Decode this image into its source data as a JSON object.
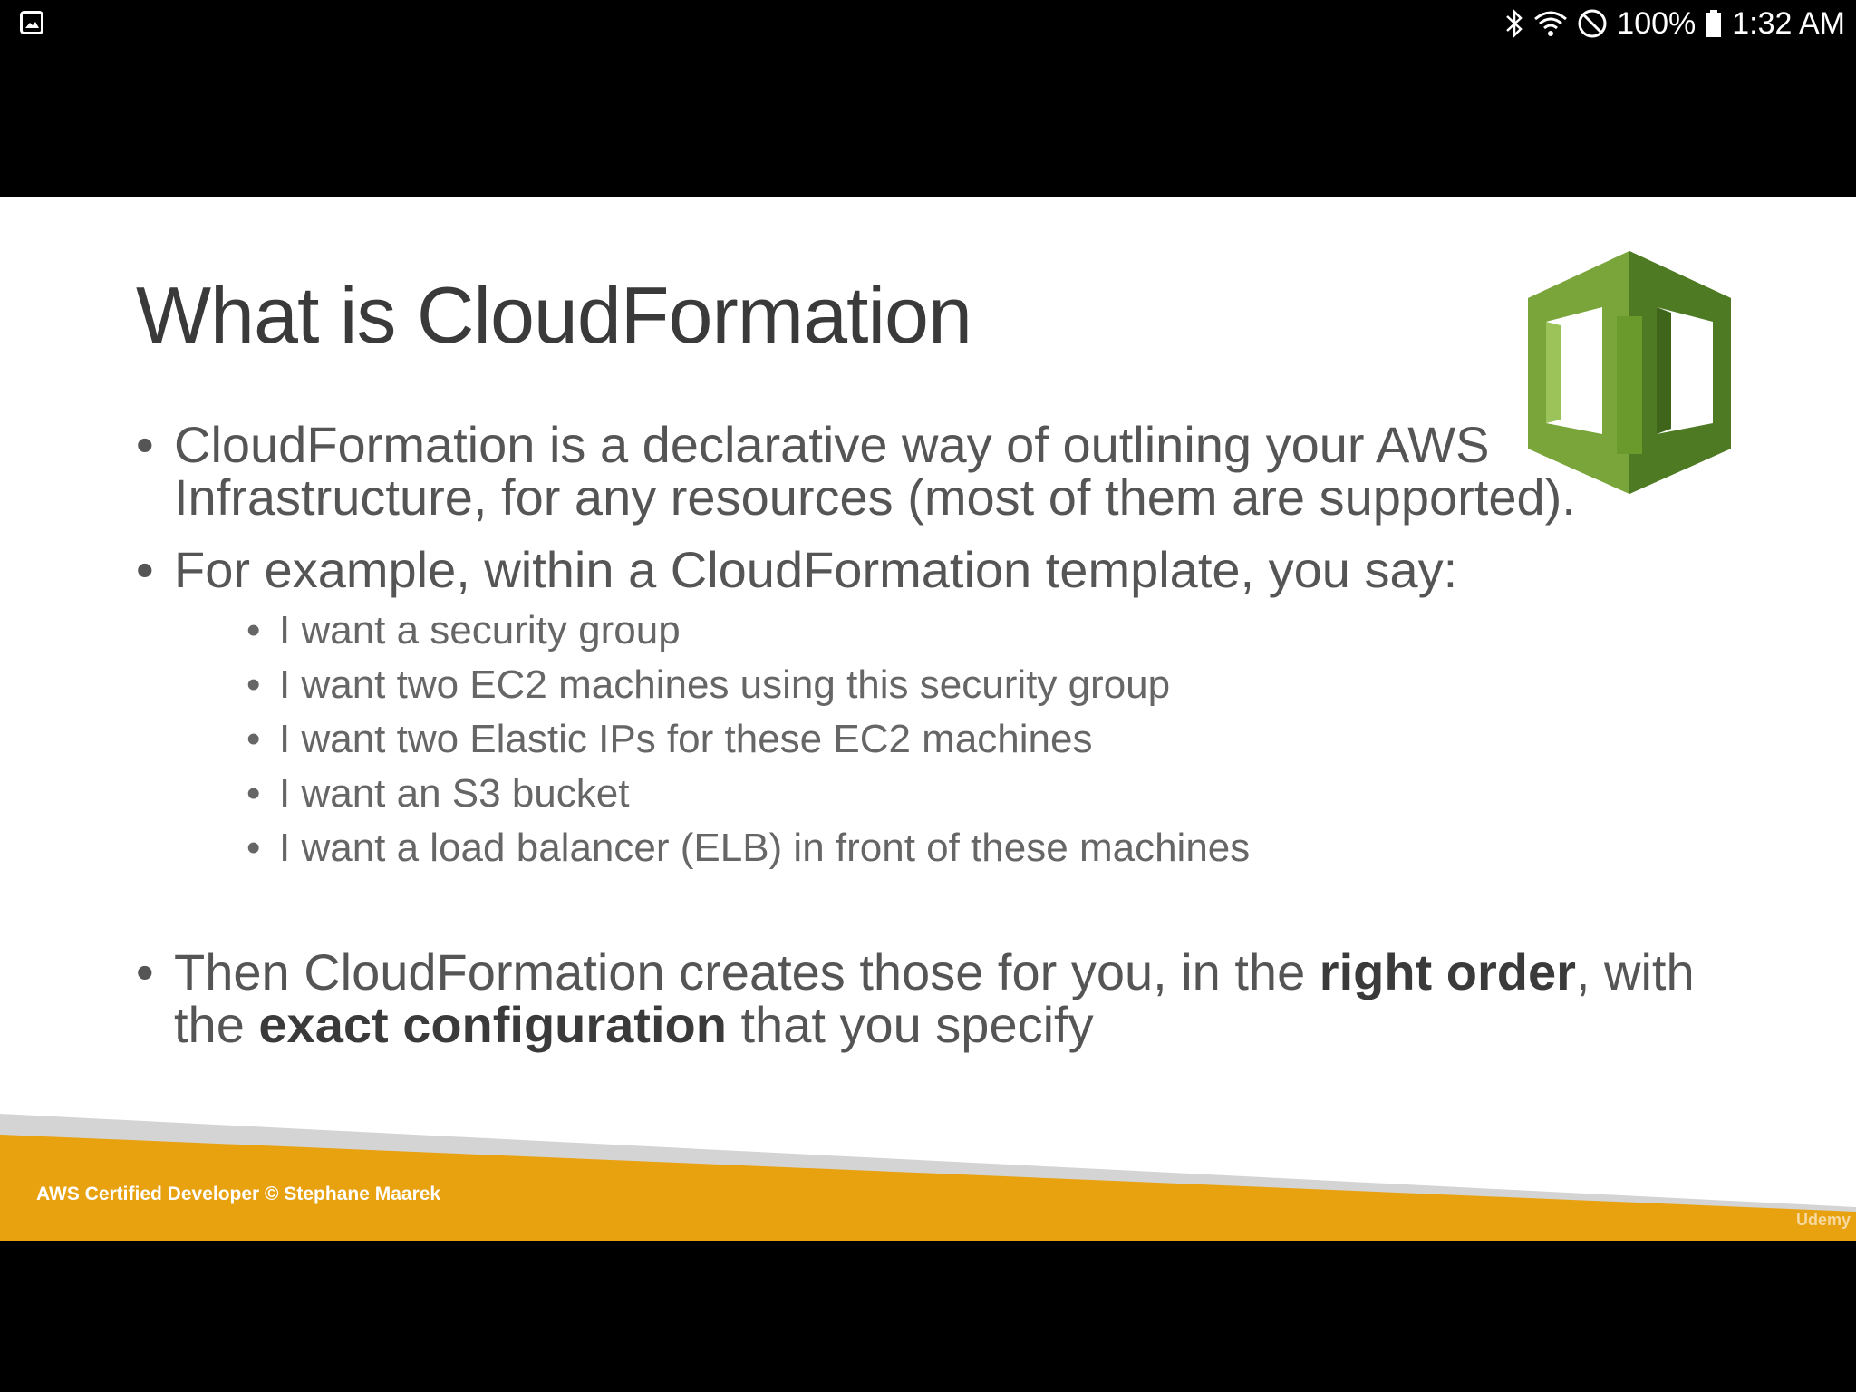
{
  "status_bar": {
    "battery": "100%",
    "time": "1:32 AM"
  },
  "slide": {
    "title": "What is CloudFormation",
    "bullets": [
      "CloudFormation is a declarative way of outlining your AWS Infrastructure, for any resources (most of them are supported).",
      "For example, within a CloudFormation template, you say:"
    ],
    "sub_bullets": [
      "I want a security group",
      "I want two EC2 machines using this security group",
      "I want two Elastic IPs for these EC2 machines",
      "I want an S3 bucket",
      "I want a load balancer (ELB) in front of these machines"
    ],
    "last_bullet": {
      "part1": "Then CloudFormation creates those for you, in the ",
      "bold1": "right order",
      "part2": ", with the ",
      "bold2": "exact configuration",
      "part3": " that you specify"
    },
    "footer": "AWS Certified Developer © Stephane Maarek",
    "watermark": "Udemy"
  },
  "colors": {
    "footer_band": "#e8a10f",
    "footer_stripe": "#d0d0d0",
    "logo_light": "#7aa53a",
    "logo_dark": "#4e7a23"
  },
  "icons": [
    "gallery-icon",
    "bluetooth-icon",
    "wifi-icon",
    "dnd-icon",
    "battery-icon",
    "cloudformation-logo"
  ]
}
